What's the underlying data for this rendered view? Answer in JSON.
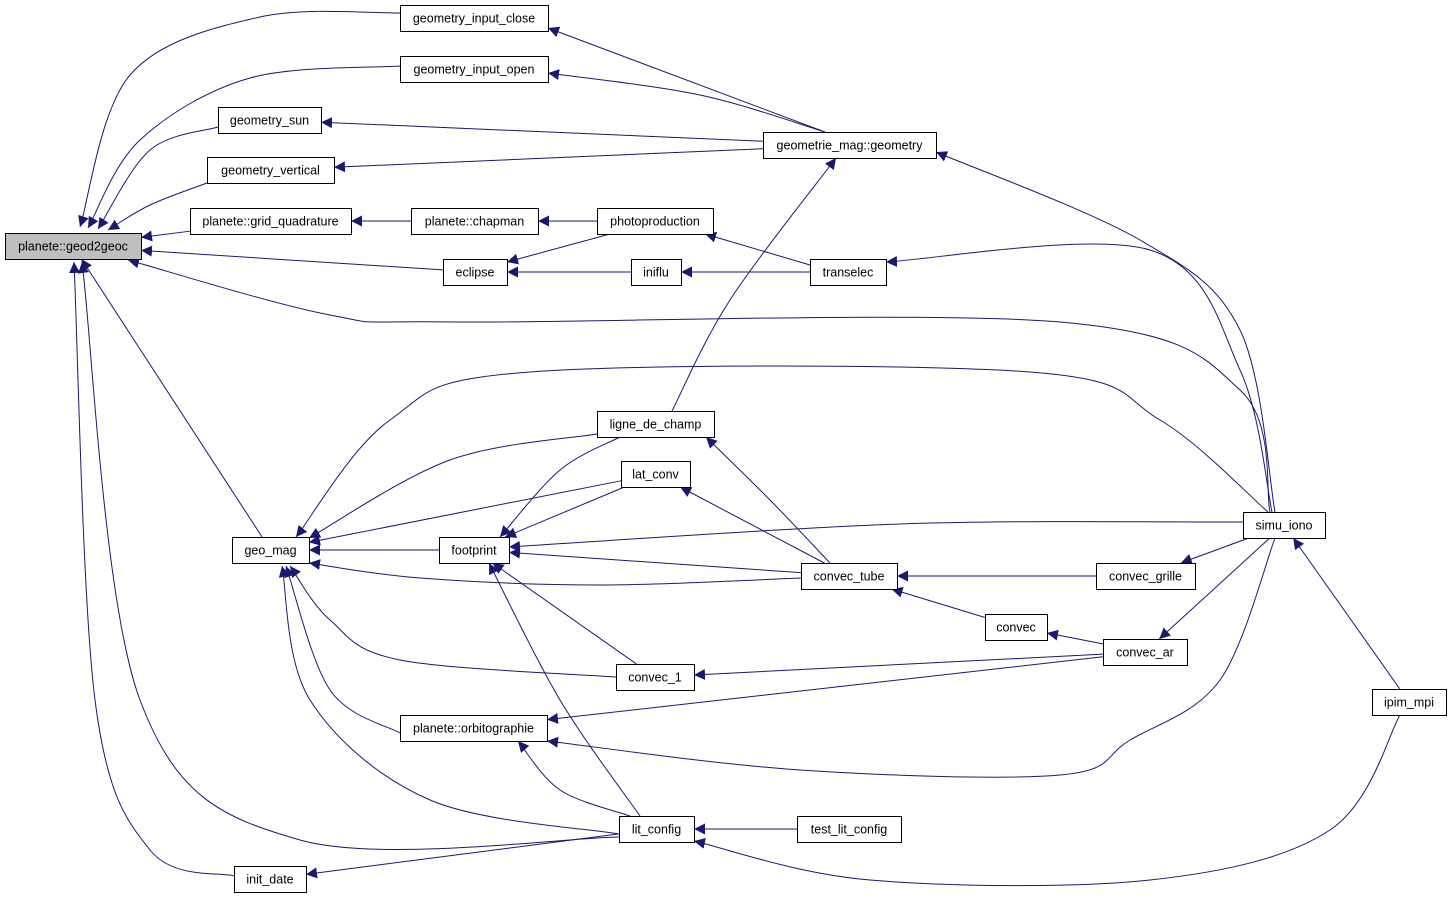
{
  "diagram": {
    "colors": {
      "edge": "#191970",
      "node_fill": "#ffffff",
      "root_fill": "#bfbfbf",
      "border": "#000000"
    },
    "nodes": [
      {
        "id": "planete_geod2geoc",
        "label": "planete::geod2geoc",
        "root": true
      },
      {
        "id": "geometry_input_close",
        "label": "geometry_input_close"
      },
      {
        "id": "geometry_input_open",
        "label": "geometry_input_open"
      },
      {
        "id": "geometry_sun",
        "label": "geometry_sun"
      },
      {
        "id": "geometry_vertical",
        "label": "geometry_vertical"
      },
      {
        "id": "planete_grid_quadrature",
        "label": "planete::grid_quadrature"
      },
      {
        "id": "planete_chapman",
        "label": "planete::chapman"
      },
      {
        "id": "photoproduction",
        "label": "photoproduction"
      },
      {
        "id": "geometrie_mag_geometry",
        "label": "geometrie_mag::geometry"
      },
      {
        "id": "eclipse",
        "label": "eclipse"
      },
      {
        "id": "iniflu",
        "label": "iniflu"
      },
      {
        "id": "transelec",
        "label": "transelec"
      },
      {
        "id": "ligne_de_champ",
        "label": "ligne_de_champ"
      },
      {
        "id": "lat_conv",
        "label": "lat_conv"
      },
      {
        "id": "geo_mag",
        "label": "geo_mag"
      },
      {
        "id": "footprint",
        "label": "footprint"
      },
      {
        "id": "convec_tube",
        "label": "convec_tube"
      },
      {
        "id": "convec_grille",
        "label": "convec_grille"
      },
      {
        "id": "simu_iono",
        "label": "simu_iono"
      },
      {
        "id": "convec",
        "label": "convec"
      },
      {
        "id": "convec_ar",
        "label": "convec_ar"
      },
      {
        "id": "convec_1",
        "label": "convec_1"
      },
      {
        "id": "planete_orbitographie",
        "label": "planete::orbitographie"
      },
      {
        "id": "ipim_mpi",
        "label": "ipim_mpi"
      },
      {
        "id": "lit_config",
        "label": "lit_config"
      },
      {
        "id": "test_lit_config",
        "label": "test_lit_config"
      },
      {
        "id": "init_date",
        "label": "init_date"
      }
    ],
    "edges": [
      {
        "from": "geometry_input_close",
        "to": "planete_geod2geoc"
      },
      {
        "from": "geometry_input_open",
        "to": "planete_geod2geoc"
      },
      {
        "from": "geometry_sun",
        "to": "planete_geod2geoc"
      },
      {
        "from": "geometry_vertical",
        "to": "planete_geod2geoc"
      },
      {
        "from": "planete_grid_quadrature",
        "to": "planete_geod2geoc"
      },
      {
        "from": "eclipse",
        "to": "planete_geod2geoc"
      },
      {
        "from": "simu_iono",
        "to": "planete_geod2geoc"
      },
      {
        "from": "geo_mag",
        "to": "planete_geod2geoc"
      },
      {
        "from": "lit_config",
        "to": "planete_geod2geoc"
      },
      {
        "from": "init_date",
        "to": "planete_geod2geoc"
      },
      {
        "from": "geometrie_mag_geometry",
        "to": "geometry_input_close"
      },
      {
        "from": "geometrie_mag_geometry",
        "to": "geometry_input_open"
      },
      {
        "from": "geometrie_mag_geometry",
        "to": "geometry_sun"
      },
      {
        "from": "geometrie_mag_geometry",
        "to": "geometry_vertical"
      },
      {
        "from": "simu_iono",
        "to": "geometrie_mag_geometry"
      },
      {
        "from": "ligne_de_champ",
        "to": "geometrie_mag_geometry"
      },
      {
        "from": "planete_chapman",
        "to": "planete_grid_quadrature"
      },
      {
        "from": "photoproduction",
        "to": "planete_chapman"
      },
      {
        "from": "transelec",
        "to": "photoproduction"
      },
      {
        "from": "photoproduction",
        "to": "eclipse"
      },
      {
        "from": "iniflu",
        "to": "eclipse"
      },
      {
        "from": "transelec",
        "to": "iniflu"
      },
      {
        "from": "simu_iono",
        "to": "transelec"
      },
      {
        "from": "simu_iono",
        "to": "geo_mag"
      },
      {
        "from": "ligne_de_champ",
        "to": "geo_mag"
      },
      {
        "from": "lat_conv",
        "to": "geo_mag"
      },
      {
        "from": "footprint",
        "to": "geo_mag"
      },
      {
        "from": "convec_tube",
        "to": "geo_mag"
      },
      {
        "from": "convec_1",
        "to": "geo_mag"
      },
      {
        "from": "planete_orbitographie",
        "to": "geo_mag"
      },
      {
        "from": "lit_config",
        "to": "geo_mag"
      },
      {
        "from": "convec_tube",
        "to": "ligne_de_champ"
      },
      {
        "from": "convec_tube",
        "to": "lat_conv"
      },
      {
        "from": "ligne_de_champ",
        "to": "footprint"
      },
      {
        "from": "lat_conv",
        "to": "footprint"
      },
      {
        "from": "simu_iono",
        "to": "footprint"
      },
      {
        "from": "convec_tube",
        "to": "footprint"
      },
      {
        "from": "convec_1",
        "to": "footprint"
      },
      {
        "from": "lit_config",
        "to": "footprint"
      },
      {
        "from": "convec_grille",
        "to": "convec_tube"
      },
      {
        "from": "convec",
        "to": "convec_tube"
      },
      {
        "from": "simu_iono",
        "to": "convec_grille"
      },
      {
        "from": "convec_ar",
        "to": "convec"
      },
      {
        "from": "simu_iono",
        "to": "convec_ar"
      },
      {
        "from": "convec_ar",
        "to": "convec_1"
      },
      {
        "from": "convec_ar",
        "to": "planete_orbitographie"
      },
      {
        "from": "simu_iono",
        "to": "planete_orbitographie"
      },
      {
        "from": "lit_config",
        "to": "planete_orbitographie"
      },
      {
        "from": "ipim_mpi",
        "to": "simu_iono"
      },
      {
        "from": "test_lit_config",
        "to": "lit_config"
      },
      {
        "from": "ipim_mpi",
        "to": "lit_config"
      },
      {
        "from": "lit_config",
        "to": "init_date"
      }
    ]
  }
}
